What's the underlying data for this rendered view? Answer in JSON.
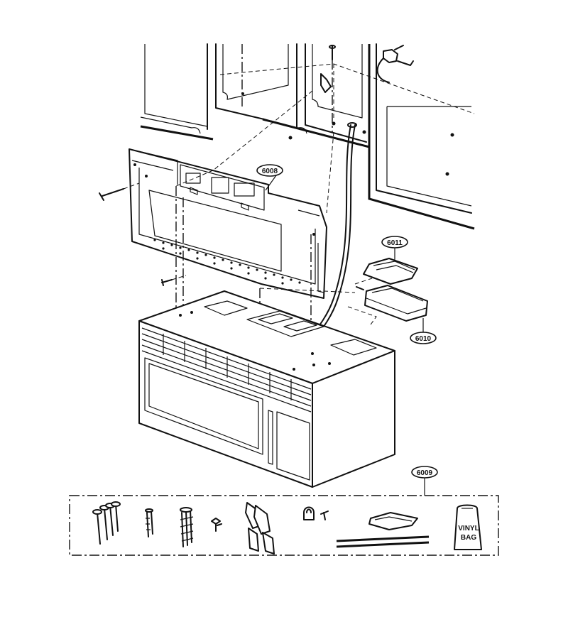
{
  "callouts": {
    "p6008": "6008",
    "p6011": "6011",
    "p6010": "6010",
    "p6009": "6009"
  },
  "bag": {
    "line1": "VINYL",
    "line2": "BAG"
  },
  "colors": {
    "line": "#111111",
    "background": "#ffffff"
  }
}
